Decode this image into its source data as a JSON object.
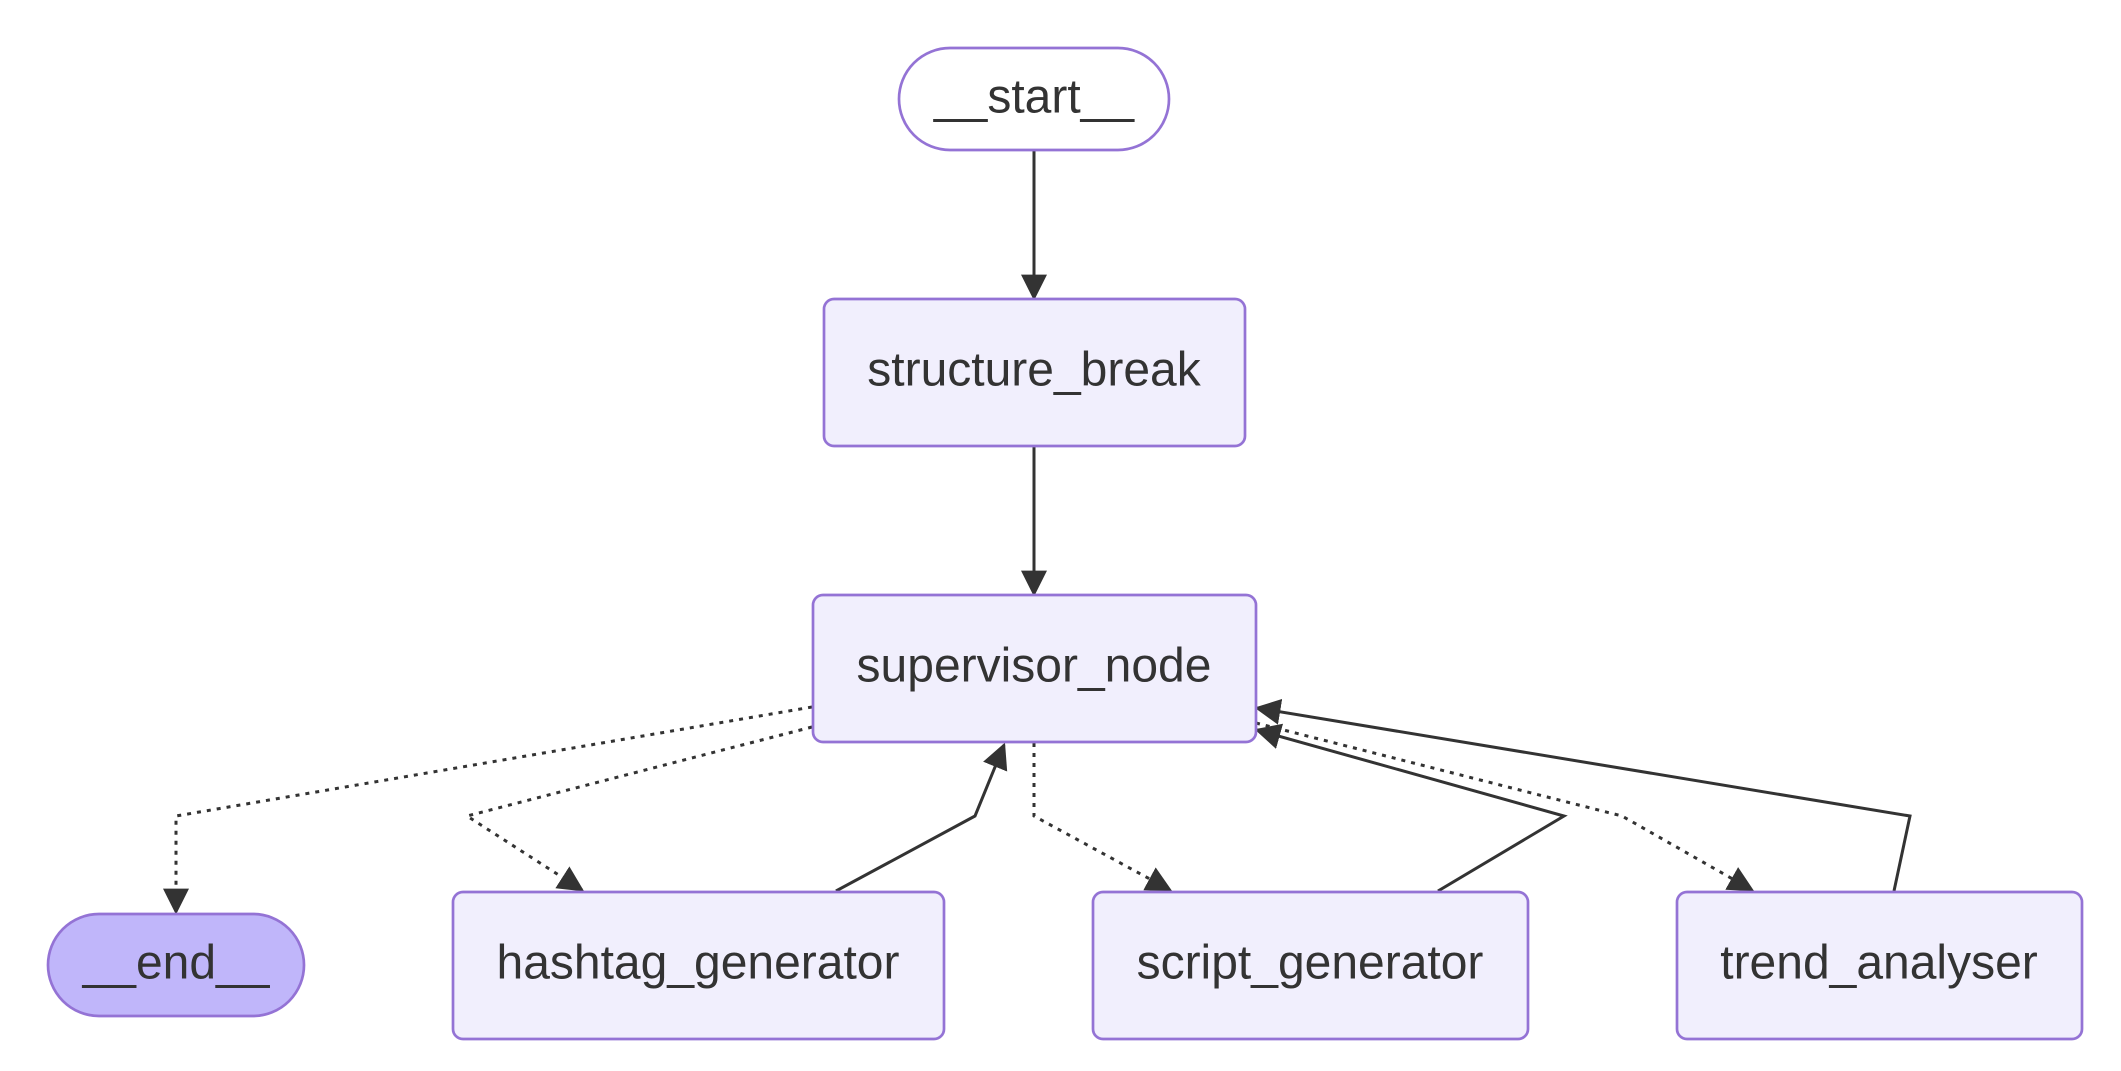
{
  "nodes": {
    "start": "__start__",
    "structure_break": "structure_break",
    "supervisor_node": "supervisor_node",
    "end": "__end__",
    "hashtag_generator": "hashtag_generator",
    "script_generator": "script_generator",
    "trend_analyser": "trend_analyser"
  },
  "colors": {
    "node_fill": "#f1effd",
    "node_stroke": "#9473d5",
    "end_fill": "#c0b6fa",
    "edge": "#333333",
    "text": "#333333"
  },
  "edges": [
    {
      "from": "__start__",
      "to": "structure_break",
      "style": "solid"
    },
    {
      "from": "structure_break",
      "to": "supervisor_node",
      "style": "solid"
    },
    {
      "from": "supervisor_node",
      "to": "__end__",
      "style": "dashed"
    },
    {
      "from": "supervisor_node",
      "to": "hashtag_generator",
      "style": "dashed"
    },
    {
      "from": "supervisor_node",
      "to": "script_generator",
      "style": "dashed"
    },
    {
      "from": "supervisor_node",
      "to": "trend_analyser",
      "style": "dashed"
    },
    {
      "from": "hashtag_generator",
      "to": "supervisor_node",
      "style": "solid"
    },
    {
      "from": "script_generator",
      "to": "supervisor_node",
      "style": "solid"
    },
    {
      "from": "trend_analyser",
      "to": "supervisor_node",
      "style": "solid"
    }
  ]
}
